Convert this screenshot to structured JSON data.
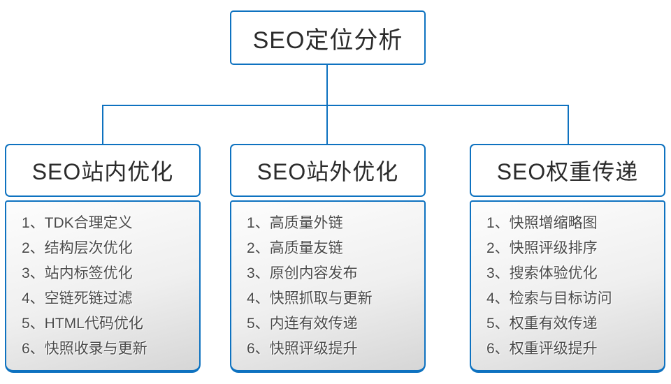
{
  "root": {
    "title": "SEO定位分析"
  },
  "columns": [
    {
      "title": "SEO站内优化",
      "items": [
        "1、TDK合理定义",
        "2、结构层次优化",
        "3、站内标签优化",
        "4、空链死链过滤",
        "5、HTML代码优化",
        "6、快照收录与更新"
      ]
    },
    {
      "title": "SEO站外优化",
      "items": [
        "1、高质量外链",
        "2、高质量友链",
        "3、原创内容发布",
        "4、快照抓取与更新",
        "5、内连有效传递",
        "6、快照评级提升"
      ]
    },
    {
      "title": "SEO权重传递",
      "items": [
        "1、快照增缩略图",
        "2、快照评级排序",
        "3、搜索体验优化",
        "4、检索与目标访问",
        "5、权重有效传递",
        "6、权重评级提升"
      ]
    }
  ],
  "colors": {
    "connector": "#0e72c0",
    "box_border": "#0e72c0",
    "header_text": "#2b2b2b",
    "item_text": "#4a4a4a",
    "list_background_top": "#fdfdfd",
    "list_background_bottom": "#d6d6d6"
  }
}
